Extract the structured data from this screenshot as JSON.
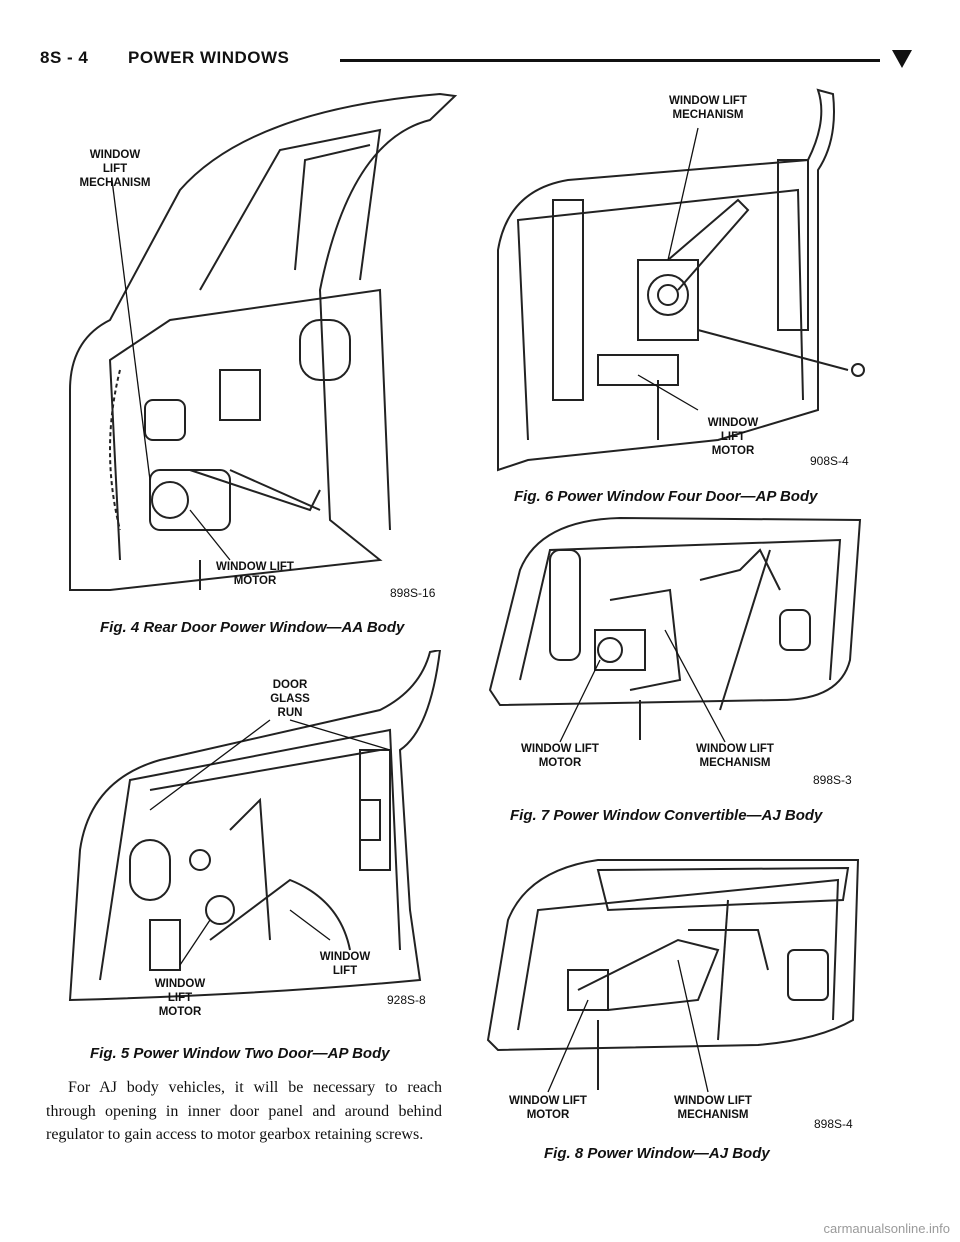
{
  "header": {
    "page_number": "8S - 4",
    "section_title": "POWER WINDOWS"
  },
  "figures": [
    {
      "caption": "Fig. 4 Rear Door Power Window—AA Body",
      "code": "898S-16",
      "labels": [
        "WINDOW\nLIFT\nMECHANISM",
        "WINDOW LIFT\nMOTOR"
      ]
    },
    {
      "caption": "Fig. 5 Power Window Two Door—AP Body",
      "code": "928S-8",
      "labels": [
        "DOOR\nGLASS\nRUN",
        "WINDOW\nLIFT",
        "WINDOW\nLIFT\nMOTOR"
      ]
    },
    {
      "caption": "Fig. 6 Power Window Four Door—AP Body",
      "code": "908S-4",
      "labels": [
        "WINDOW LIFT\nMECHANISM",
        "WINDOW\nLIFT\nMOTOR"
      ]
    },
    {
      "caption": "Fig. 7 Power Window Convertible—AJ Body",
      "code": "898S-3",
      "labels": [
        "WINDOW LIFT\nMOTOR",
        "WINDOW LIFT\nMECHANISM"
      ]
    },
    {
      "caption": "Fig. 8 Power Window—AJ Body",
      "code": "898S-4",
      "labels": [
        "WINDOW LIFT\nMOTOR",
        "WINDOW LIFT\nMECHANISM"
      ]
    }
  ],
  "body_paragraph": "For AJ body vehicles, it will be necessary to reach through opening in inner door panel and around behind regulator to gain access to motor gearbox retaining screws.",
  "watermark": "carmanualsonline.info"
}
